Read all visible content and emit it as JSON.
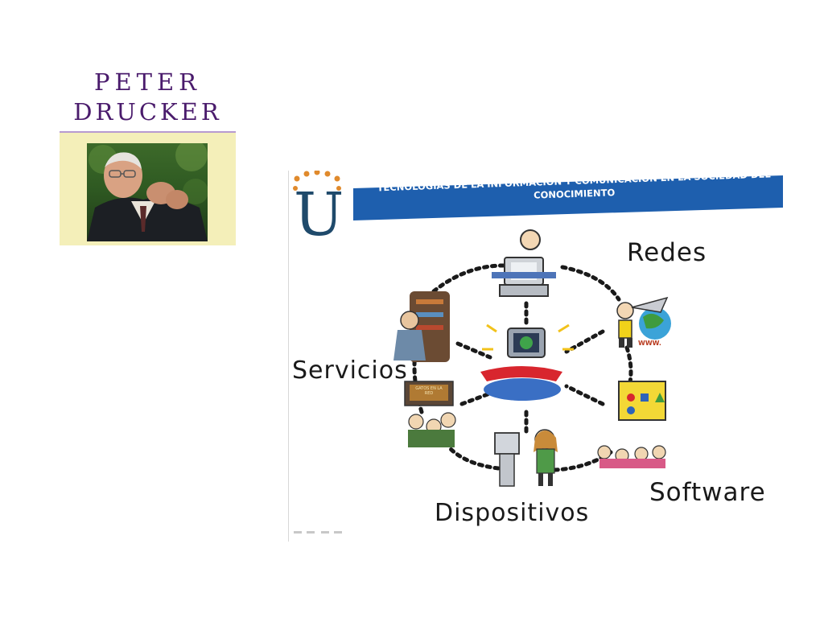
{
  "book": {
    "title_line1": "PETER",
    "title_line2": "DRUCKER"
  },
  "slide": {
    "logo_letter": "U",
    "banner_line1": "TECNOLOGIAS DE LA INFORMACION Y COMUNICACIÓN  EN LA SOCIEDAD DEL",
    "banner_line2": "CONOCIMIENTO",
    "labels": {
      "redes": "Redes",
      "servicios": "Servicios",
      "software": "Software",
      "dispositivos": "Dispositivos"
    },
    "tiny_text_www": "WWW.",
    "tiny_text_sign": "GATOS EN LA RED"
  },
  "colors": {
    "title_purple": "#4a1b6c",
    "cover_yellow": "#f4efb9",
    "banner_blue": "#1e5fae",
    "logo_navy": "#1f4a6b",
    "logo_dots": "#e08a2c"
  }
}
